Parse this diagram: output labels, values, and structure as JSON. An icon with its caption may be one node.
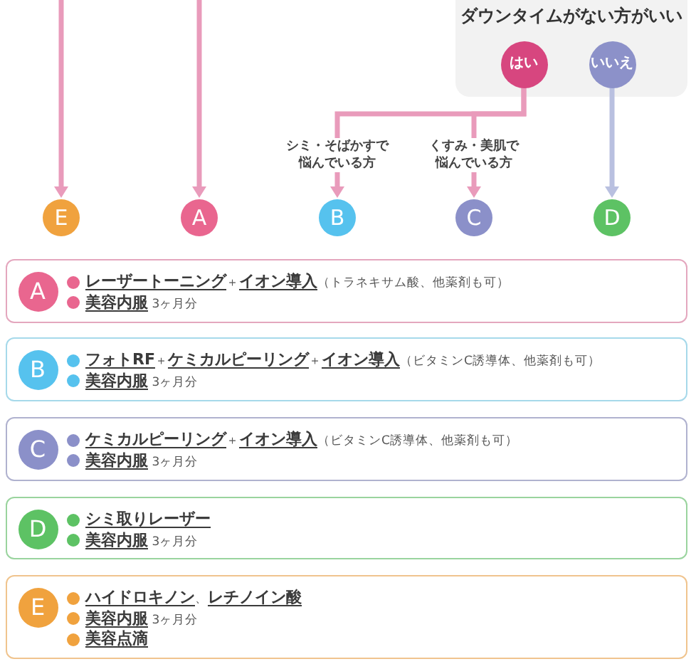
{
  "diagram": {
    "nodes": [
      {
        "text": [
          "ダウンタイムがない方がいい"
        ]
      },
      {
        "text": [
          "はい"
        ],
        "in": 0
      },
      {
        "text": [
          "いいえ"
        ],
        "in": 0
      },
      {
        "text": [
          "E"
        ]
      },
      {
        "text": [
          "A"
        ]
      },
      {
        "text": [
          "B"
        ]
      },
      {
        "text": [
          "C"
        ]
      },
      {
        "text": [
          "D"
        ]
      },
      {
        "text": [
          "**レーザートーニング**＋**イオン導入**（トラネキサム酸、他薬剤も可）",
          "**美容内服** 3ヶ月分"
        ]
      },
      {
        "text": [
          "A"
        ],
        "in": 8
      },
      {
        "text": [
          "**フォトRF**＋**ケミカルピーリング**＋**イオン導入**（ビタミンC誘導体、他薬剤も可）",
          "**美容内服** 3ヶ月分"
        ]
      },
      {
        "text": [
          "B"
        ],
        "in": 10
      },
      {
        "text": [
          "**ケミカルピーリング**＋**イオン導入**（ビタミンC誘導体、他薬剤も可）",
          "**美容内服** 3ヶ月分"
        ]
      },
      {
        "text": [
          "C"
        ],
        "in": 12
      },
      {
        "text": [
          "シミ取りレーザー",
          "**美容内服** 3ヶ月分"
        ]
      },
      {
        "text": [
          "D"
        ],
        "in": 14
      },
      {
        "text": [
          "**ハイドロキノン**、**レチノイン酸**",
          "**美容内服** 3ヶ月分",
          "美容点滴"
        ]
      },
      {
        "text": [
          "E"
        ],
        "in": 16
      }
    ],
    "edges": [
      {
        "from": null,
        "to": 3,
        "arrow": "to"
      },
      {
        "from": null,
        "to": 4,
        "arrow": "to"
      },
      {
        "from": 1,
        "to": 5,
        "arrow": "to",
        "label": "シミ・そばかすで悩んでいる方"
      },
      {
        "from": 1,
        "to": 6,
        "arrow": "to",
        "label": "くすみ・美肌で悩んでいる方"
      },
      {
        "from": 2,
        "to": 7,
        "arrow": "to",
        "color": "#b9c0e0"
      }
    ]
  }
}
